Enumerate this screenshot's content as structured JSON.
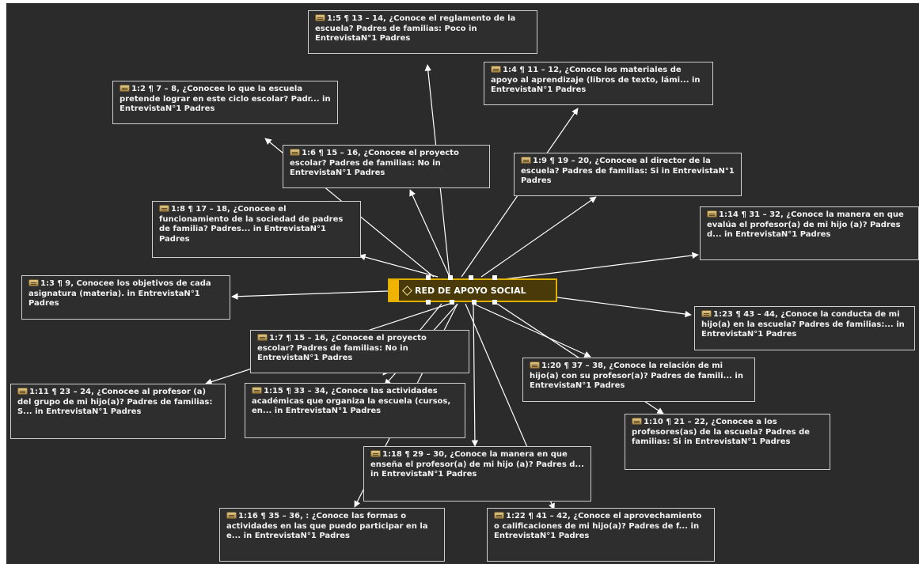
{
  "central": {
    "label": "RED DE APOYO SOCIAL",
    "icon": "code-diamond-icon",
    "border_color": "#e0b000"
  },
  "quotations": [
    {
      "id": "q-1-5",
      "text": "1:5 ¶ 13 – 14, ¿Conoce el reglamento de la escuela? Padres de familias: Poco in EntrevistaN°1 Padres"
    },
    {
      "id": "q-1-4",
      "text": "1:4 ¶ 11 – 12, ¿Conoce los materiales de apoyo al aprendizaje (libros de texto, lámi... in EntrevistaN°1 Padres"
    },
    {
      "id": "q-1-2",
      "text": "1:2 ¶ 7 – 8, ¿Conocee lo que la escuela pretende lograr en este ciclo escolar? Padr... in EntrevistaN°1 Padres"
    },
    {
      "id": "q-1-6",
      "text": "1:6 ¶ 15 – 16, ¿Conocee el proyecto escolar? Padres de familias: No in EntrevistaN°1 Padres"
    },
    {
      "id": "q-1-9",
      "text": "1:9 ¶ 19 – 20, ¿Conocee al director de la escuela? Padres de familias: Si in EntrevistaN°1 Padres"
    },
    {
      "id": "q-1-8",
      "text": "1:8 ¶ 17 – 18, ¿Conocee el funcionamiento de la sociedad de padres de familia? Padres... in EntrevistaN°1 Padres"
    },
    {
      "id": "q-1-14",
      "text": "1:14 ¶ 31 – 32, ¿Conoce la manera en que evalúa el profesor(a) de mi hijo (a)? Padres d... in EntrevistaN°1 Padres"
    },
    {
      "id": "q-1-3",
      "text": "1:3 ¶ 9, Conocee los objetivos de cada asignatura (materia). in EntrevistaN°1 Padres"
    },
    {
      "id": "q-1-23",
      "text": "1:23 ¶ 43 – 44, ¿Conoce la conducta de mi hijo(a) en la escuela?   Padres de familias:... in EntrevistaN°1 Padres"
    },
    {
      "id": "q-1-7",
      "text": "1:7 ¶ 15 – 16, ¿Conocee el proyecto escolar? Padres de familias: No in EntrevistaN°1 Padres"
    },
    {
      "id": "q-1-20",
      "text": "1:20 ¶ 37 – 38, ¿Conoce la relación de mi hijo(a) con su profesor(a)? Padres de famili... in EntrevistaN°1 Padres"
    },
    {
      "id": "q-1-11",
      "text": "1:11 ¶ 23 – 24, ¿Conocee al profesor (a) del grupo de mi hijo(a)? Padres de familias: S... in EntrevistaN°1 Padres"
    },
    {
      "id": "q-1-15",
      "text": "1:15 ¶ 33 – 34, ¿Conoce las actividades académicas que organiza la escuela (cursos, en... in EntrevistaN°1 Padres"
    },
    {
      "id": "q-1-10",
      "text": "1:10 ¶ 21 – 22, ¿Conocee a los profesores(as) de la escuela? Padres de familias: Si in EntrevistaN°1 Padres"
    },
    {
      "id": "q-1-18",
      "text": "1:18 ¶ 29 – 30, ¿Conoce la manera en que enseña el profesor(a) de mi hijo (a)? Padres d... in EntrevistaN°1 Padres"
    },
    {
      "id": "q-1-16",
      "text": "1:16 ¶ 35 – 36, : ¿Conoce las formas o actividades en las que puedo participar en la e... in EntrevistaN°1 Padres"
    },
    {
      "id": "q-1-22",
      "text": "1:22 ¶ 41 – 42, ¿Conoce el aprovechamiento o calificaciones de mi hijo(a)? Padres de f... in EntrevistaN°1 Padres"
    }
  ],
  "quotation_icon": "quotation-document-icon",
  "colors": {
    "background": "#2b2b2b",
    "link": "#ffffff",
    "node_border": "#cfcfcf",
    "code_accent": "#f0b400"
  }
}
